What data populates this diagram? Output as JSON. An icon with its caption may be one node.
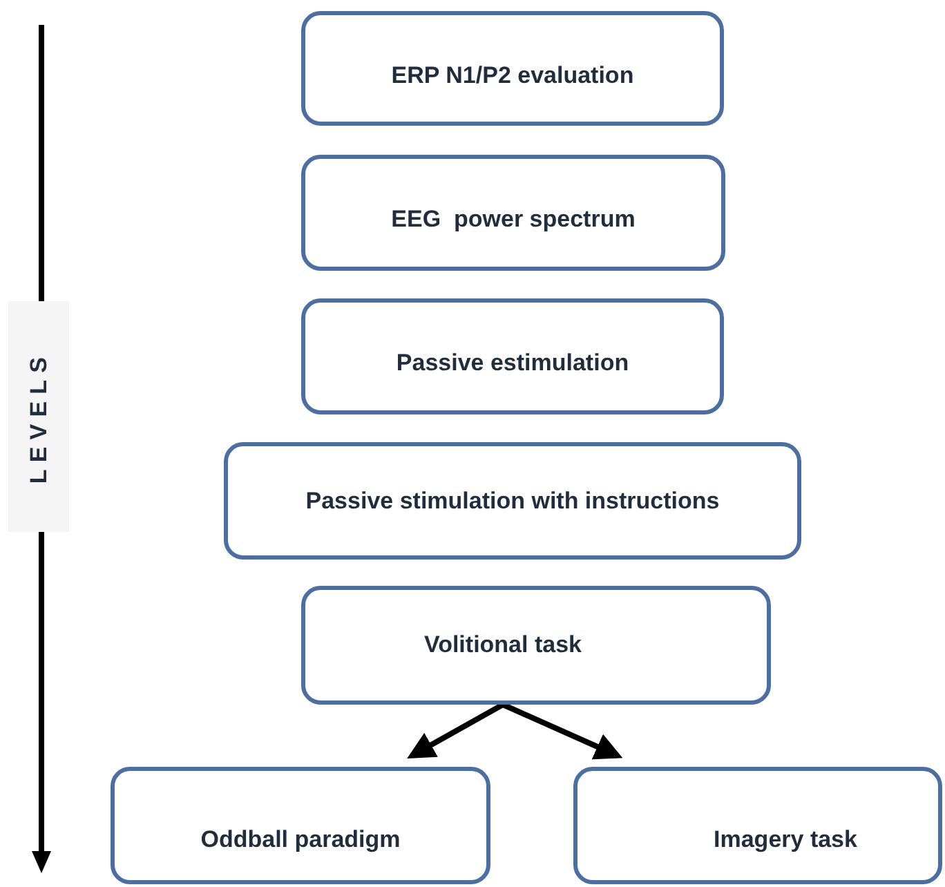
{
  "diagram": {
    "nodes": [
      {
        "text": [
          "ERP N1/P2 evaluation"
        ]
      },
      {
        "text": [
          "EEG  power spectrum"
        ]
      },
      {
        "text": [
          "Passive estimulation"
        ]
      },
      {
        "text": [
          "Passive stimulation with instructions"
        ]
      },
      {
        "text": [
          "Volitional task"
        ]
      },
      {
        "text": [
          "Oddball paradigm"
        ]
      },
      {
        "text": [
          "Imagery task"
        ]
      }
    ],
    "edges": [
      {
        "from": 4,
        "to": 5,
        "arrow": "to"
      },
      {
        "from": 4,
        "to": 6,
        "arrow": "to"
      }
    ],
    "labels": [
      "LEVELS"
    ]
  }
}
